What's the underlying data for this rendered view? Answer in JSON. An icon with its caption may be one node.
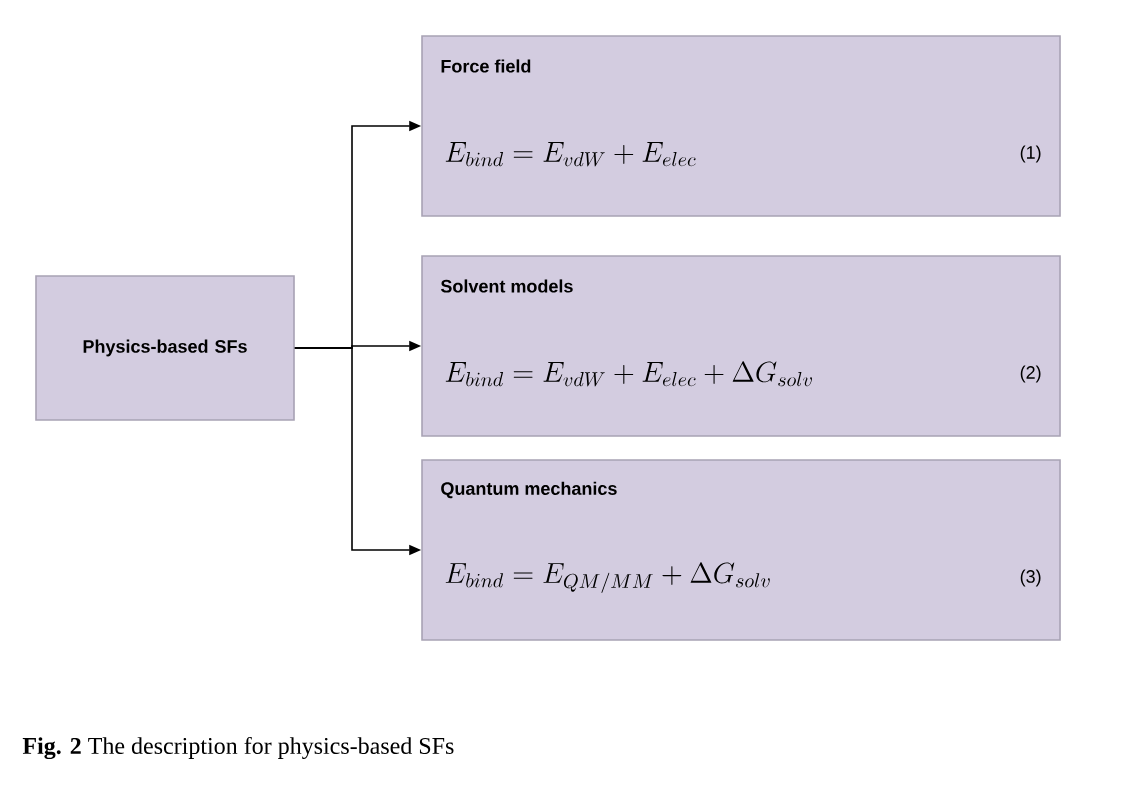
{
  "diagram": {
    "caption": "**Fig. 2** The description for physics-based SFs",
    "nodes": [
      {
        "text": [
          "Physics-based SFs"
        ]
      },
      {
        "text": [
          "Force field",
          "E_{bind} = E_{vdW} + E_{elec}",
          "(1)"
        ]
      },
      {
        "text": [
          "Solvent models",
          "E_{bind} = E_{vdW} + E_{elec} + \\Delta G_{solv}",
          "(2)"
        ]
      },
      {
        "text": [
          "Quantum mechanics",
          "E_{bind} = E_{QM/MM} + \\Delta G_{solv}",
          "(3)"
        ]
      }
    ],
    "edges": [
      {
        "from": 0,
        "to": 1,
        "arrow": "to"
      },
      {
        "from": 0,
        "to": 2,
        "arrow": "to"
      },
      {
        "from": 0,
        "to": 3,
        "arrow": "to"
      }
    ]
  }
}
